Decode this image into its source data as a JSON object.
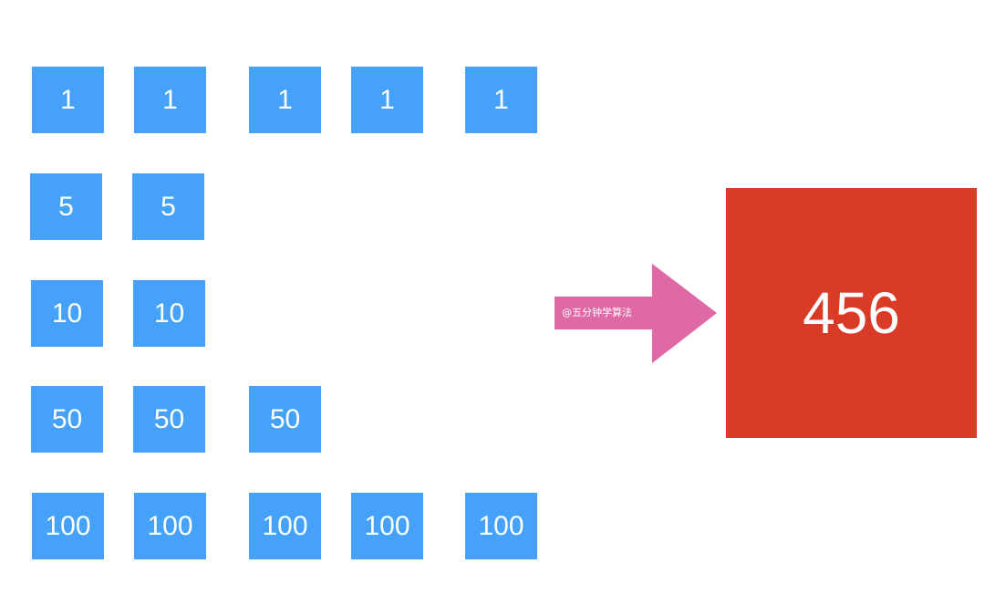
{
  "coin_rows": [
    {
      "denomination": "1",
      "coins": [
        "1",
        "1",
        "1",
        "1",
        "1"
      ]
    },
    {
      "denomination": "5",
      "coins": [
        "5",
        "5"
      ]
    },
    {
      "denomination": "10",
      "coins": [
        "10",
        "10"
      ]
    },
    {
      "denomination": "50",
      "coins": [
        "50",
        "50",
        "50"
      ]
    },
    {
      "denomination": "100",
      "coins": [
        "100",
        "100",
        "100",
        "100",
        "100"
      ]
    }
  ],
  "arrow": {
    "label": "@五分钟学算法"
  },
  "target": {
    "amount": "456"
  },
  "colors": {
    "coin": "#45a2f8",
    "arrow": "#df69a5",
    "target": "#d93b27",
    "text": "#ffffff"
  }
}
